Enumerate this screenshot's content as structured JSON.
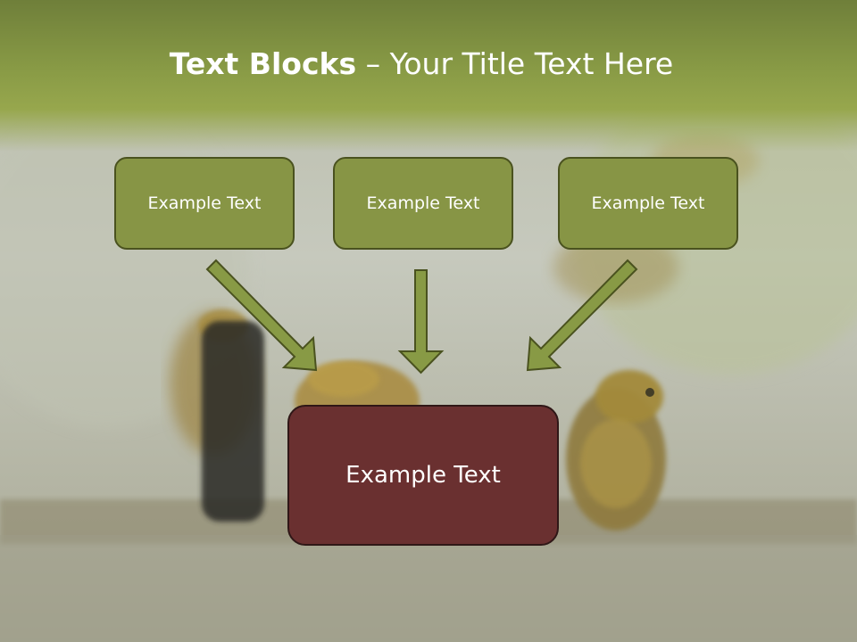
{
  "title": {
    "bold": "Text Blocks",
    "separator": " – ",
    "rest": "Your Title Text Here"
  },
  "boxes": {
    "top": [
      "Example Text",
      "Example Text",
      "Example Text"
    ],
    "bottom": "Example Text"
  },
  "colors": {
    "banner": "#889a45",
    "top_box_fill": "#879545",
    "top_box_border": "#4a521f",
    "bottom_box_fill": "#6a3030",
    "arrow_fill": "#889a45",
    "arrow_border": "#4a521f"
  }
}
